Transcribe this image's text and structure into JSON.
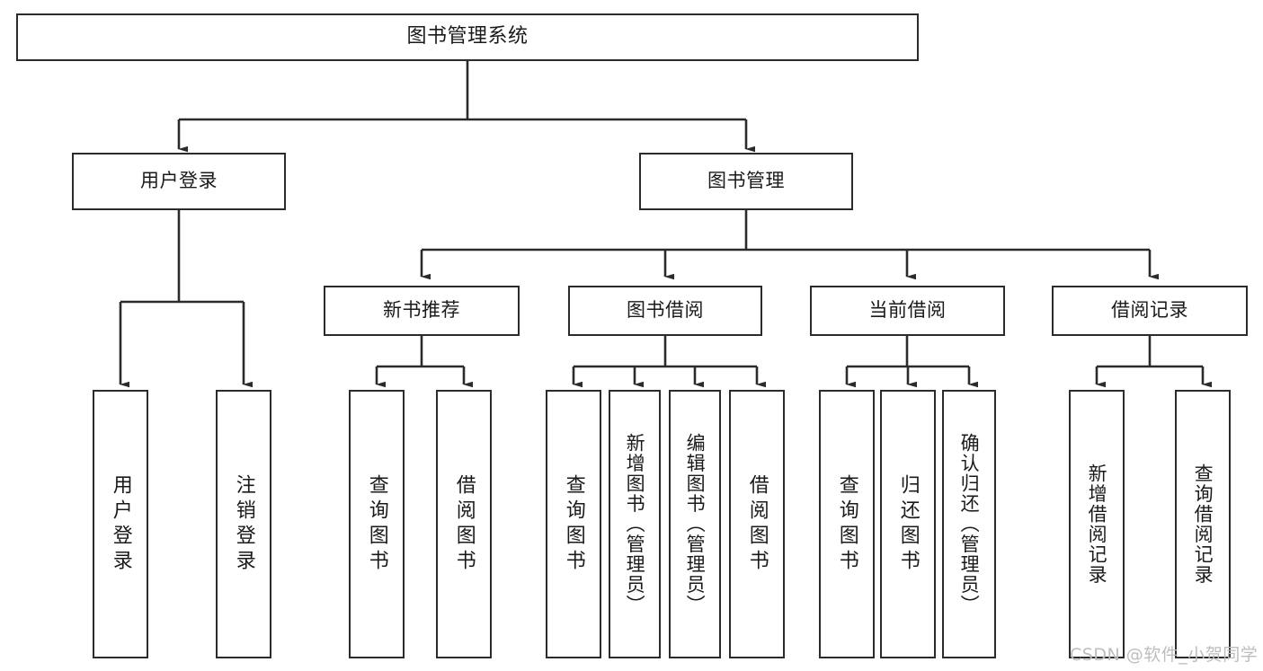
{
  "diagram": {
    "title": "图书管理系统",
    "type": "hierarchy-tree",
    "background_color": "#ffffff",
    "line_color": "#2b2b2b",
    "text_color": "#1a1a1a",
    "watermark": {
      "text": "CSDN @软件_小贺同学",
      "color": "#bdbdbd"
    },
    "levels": {
      "level1": [
        {
          "id": "root",
          "label": "图书管理系统",
          "orientation": "horizontal"
        }
      ],
      "level2": [
        {
          "id": "user-login",
          "label": "用户登录",
          "orientation": "horizontal"
        },
        {
          "id": "book-manage",
          "label": "图书管理",
          "orientation": "horizontal"
        }
      ],
      "level3": [
        {
          "id": "new-book-recommend",
          "label": "新书推荐",
          "orientation": "horizontal"
        },
        {
          "id": "book-borrow",
          "label": "图书借阅",
          "orientation": "horizontal"
        },
        {
          "id": "current-borrow",
          "label": "当前借阅",
          "orientation": "horizontal"
        },
        {
          "id": "borrow-record",
          "label": "借阅记录",
          "orientation": "horizontal"
        }
      ],
      "level4": [
        {
          "id": "leaf-user-login",
          "label": "用户登录",
          "parent": "user-login",
          "orientation": "vertical"
        },
        {
          "id": "leaf-logout-login",
          "label": "注销登录",
          "parent": "user-login",
          "orientation": "vertical"
        },
        {
          "id": "leaf-query-book-1",
          "label": "查询图书",
          "parent": "new-book-recommend",
          "orientation": "vertical"
        },
        {
          "id": "leaf-borrow-book-1",
          "label": "借阅图书",
          "parent": "new-book-recommend",
          "orientation": "vertical"
        },
        {
          "id": "leaf-query-book-2",
          "label": "查询图书",
          "parent": "book-borrow",
          "orientation": "vertical"
        },
        {
          "id": "leaf-add-book-admin",
          "label": "新增图书（管理员）",
          "parent": "book-borrow",
          "orientation": "vertical"
        },
        {
          "id": "leaf-edit-book-admin",
          "label": "编辑图书（管理员）",
          "parent": "book-borrow",
          "orientation": "vertical"
        },
        {
          "id": "leaf-borrow-book-2",
          "label": "借阅图书",
          "parent": "book-borrow",
          "orientation": "vertical"
        },
        {
          "id": "leaf-query-book-3",
          "label": "查询图书",
          "parent": "current-borrow",
          "orientation": "vertical"
        },
        {
          "id": "leaf-return-book",
          "label": "归还图书",
          "parent": "current-borrow",
          "orientation": "vertical"
        },
        {
          "id": "leaf-confirm-return-admin",
          "label": "确认归还（管理员）",
          "parent": "current-borrow",
          "orientation": "vertical"
        },
        {
          "id": "leaf-add-borrow-record",
          "label": "新增借阅记录",
          "parent": "borrow-record",
          "orientation": "vertical"
        },
        {
          "id": "leaf-query-borrow-record",
          "label": "查询借阅记录",
          "parent": "borrow-record",
          "orientation": "vertical"
        }
      ]
    }
  }
}
